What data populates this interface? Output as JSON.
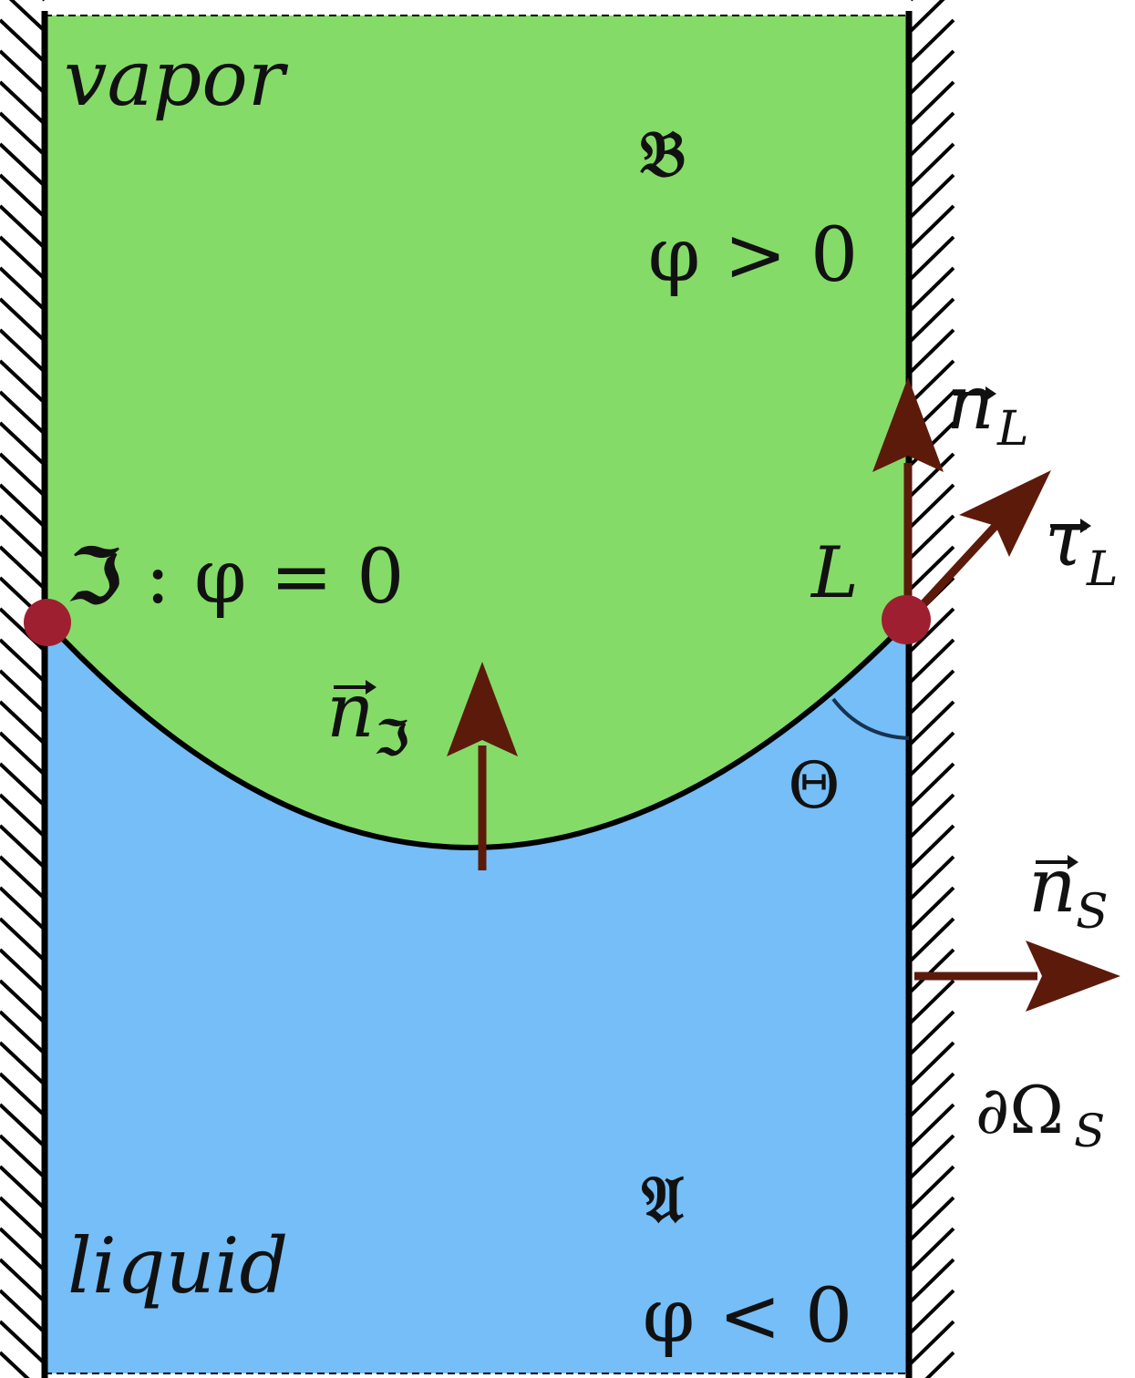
{
  "colors": {
    "vapor_fill": "#85DB67",
    "liquid_fill": "#75BEF7",
    "wall": "#000000",
    "arrow": "#5C1A0B",
    "contact_point": "#9E2030",
    "angle_arc": "#16324F"
  },
  "regions": {
    "vapor": {
      "name": "vapor",
      "symbol": "𝔅",
      "condition": "φ > 0"
    },
    "liquid": {
      "name": "liquid",
      "symbol": "𝔄",
      "condition": "φ < 0"
    }
  },
  "interface": {
    "label_symbol": "ℑ",
    "label_rest": " : φ = 0"
  },
  "contact_line": {
    "label": "L"
  },
  "angle": {
    "label": "Θ"
  },
  "vectors": {
    "n_interface": {
      "base": "n",
      "sub": "ℑ"
    },
    "n_L": {
      "base": "n",
      "sub": "L"
    },
    "tau_L": {
      "base": "τ",
      "sub": "L"
    },
    "n_S": {
      "base": "n",
      "sub": "S"
    }
  },
  "boundary": {
    "label": "∂Ω",
    "sub": "S"
  }
}
